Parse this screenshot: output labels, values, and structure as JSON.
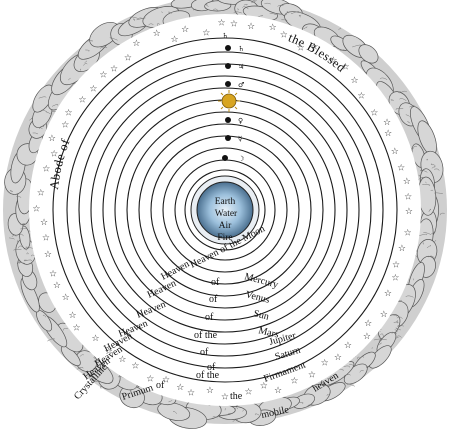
{
  "outer_arc_left": "Abode of",
  "outer_arc_right": "the Blessed",
  "core": {
    "line1": "Earth",
    "line2": "Water",
    "line3": "Air",
    "line4": "Fire"
  },
  "spheres": [
    {
      "word1": "Heaven",
      "word2": "",
      "word3": "of the Moon"
    },
    {
      "word1": "Heaven",
      "word2": "of",
      "word3": "Mercury"
    },
    {
      "word1": "Heaven",
      "word2": "of",
      "word3": "Venus"
    },
    {
      "word1": "Heaven",
      "word2": "of",
      "word3": "Sun"
    },
    {
      "word1": "Heaven",
      "word2": "of the",
      "word3": "Mars"
    },
    {
      "word1": "Heaven",
      "word2": "of",
      "word3": "Jupiter"
    },
    {
      "word1": "Heaven",
      "word2": "of",
      "word3": "Saturn"
    },
    {
      "word1": "Heaven",
      "word2": "of the",
      "word3": "Firmament"
    }
  ],
  "outer_sphere": {
    "left": "Crystalline",
    "mid1": "of",
    "mid2": "the",
    "right": "heaven"
  },
  "primum": {
    "left": "Primum",
    "right": "mobile"
  },
  "planet_symbols": [
    "♄",
    "♃",
    "♂",
    "☉",
    "♀",
    "☿",
    "☽"
  ],
  "colors": {
    "sun": "#d8a520",
    "earth_core": "#7fa8c8",
    "clouds": "#d6d6d6"
  }
}
